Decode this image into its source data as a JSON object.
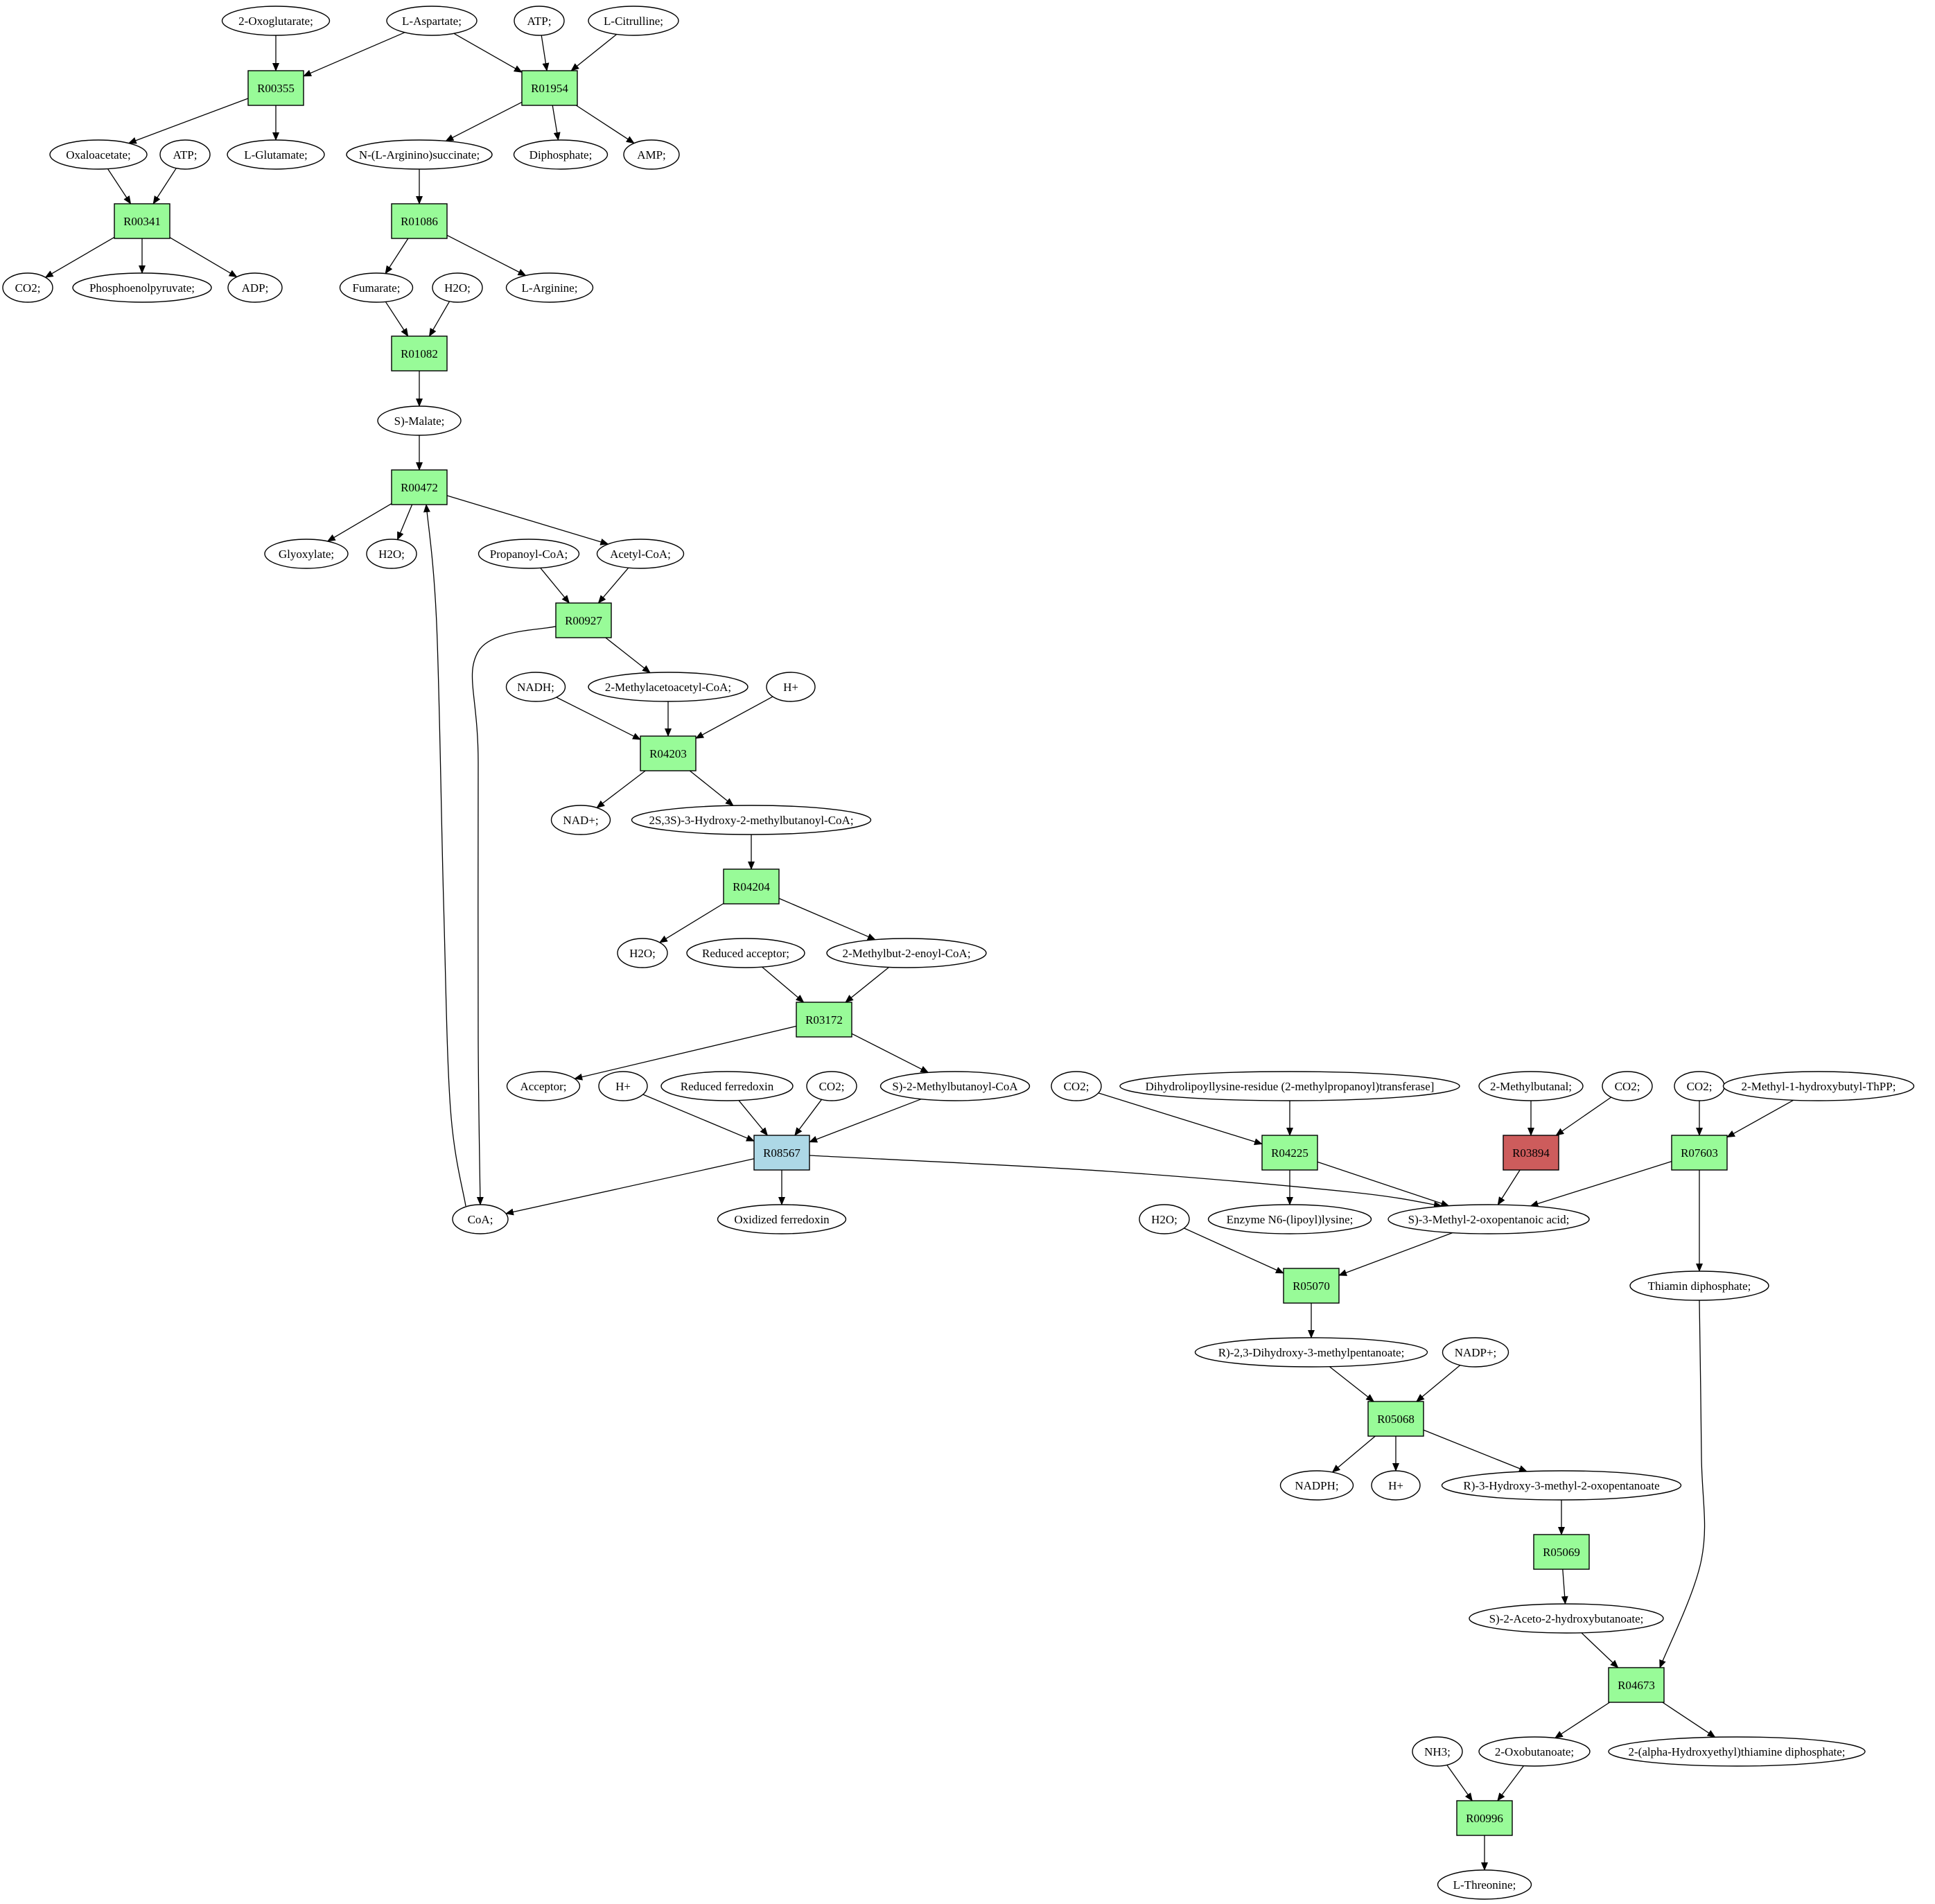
{
  "colors": {
    "reaction_default": "#98fb98",
    "reaction_highlight_blue": "#add8e6",
    "reaction_highlight_red": "#cd5c5c",
    "start_compound": "#00ff00",
    "end_compound": "#ffff00",
    "compound_default": "#ffffff"
  },
  "nodes": {
    "c_2oxoglutarate": {
      "label": "2-Oxoglutarate;",
      "kind": "compound"
    },
    "c_l_aspartate": {
      "label": "L-Aspartate;",
      "kind": "compound",
      "role": "start"
    },
    "c_atp_1": {
      "label": "ATP;",
      "kind": "compound"
    },
    "c_l_citrulline": {
      "label": "L-Citrulline;",
      "kind": "compound"
    },
    "r_R00355": {
      "label": "R00355",
      "kind": "reaction"
    },
    "r_R01954": {
      "label": "R01954",
      "kind": "reaction"
    },
    "c_oxaloacetate": {
      "label": "Oxaloacetate;",
      "kind": "compound"
    },
    "c_atp_2": {
      "label": "ATP;",
      "kind": "compound"
    },
    "c_l_glutamate": {
      "label": "L-Glutamate;",
      "kind": "compound"
    },
    "c_argininosuccinate": {
      "label": "N-(L-Arginino)succinate;",
      "kind": "compound"
    },
    "c_diphosphate": {
      "label": "Diphosphate;",
      "kind": "compound"
    },
    "c_amp": {
      "label": "AMP;",
      "kind": "compound"
    },
    "r_R00341": {
      "label": "R00341",
      "kind": "reaction"
    },
    "r_R01086": {
      "label": "R01086",
      "kind": "reaction"
    },
    "c_co2_1": {
      "label": "CO2;",
      "kind": "compound"
    },
    "c_pep": {
      "label": "Phosphoenolpyruvate;",
      "kind": "compound"
    },
    "c_adp": {
      "label": "ADP;",
      "kind": "compound"
    },
    "c_fumarate": {
      "label": "Fumarate;",
      "kind": "compound"
    },
    "c_h2o_1": {
      "label": "H2O;",
      "kind": "compound"
    },
    "c_l_arginine": {
      "label": "L-Arginine;",
      "kind": "compound"
    },
    "r_R01082": {
      "label": "R01082",
      "kind": "reaction"
    },
    "c_s_malate": {
      "label": "S)-Malate;",
      "kind": "compound"
    },
    "r_R00472": {
      "label": "R00472",
      "kind": "reaction"
    },
    "c_glyoxylate": {
      "label": "Glyoxylate;",
      "kind": "compound"
    },
    "c_h2o_2": {
      "label": "H2O;",
      "kind": "compound"
    },
    "c_propanoyl_coa": {
      "label": "Propanoyl-CoA;",
      "kind": "compound"
    },
    "c_acetyl_coa": {
      "label": "Acetyl-CoA;",
      "kind": "compound"
    },
    "r_R00927": {
      "label": "R00927",
      "kind": "reaction"
    },
    "c_nadh": {
      "label": "NADH;",
      "kind": "compound"
    },
    "c_2methylacetoacetyl_coa": {
      "label": "2-Methylacetoacetyl-CoA;",
      "kind": "compound"
    },
    "c_hplus_1": {
      "label": "H+",
      "kind": "compound"
    },
    "r_R04203": {
      "label": "R04203",
      "kind": "reaction"
    },
    "c_nadplus": {
      "label": "NAD+;",
      "kind": "compound"
    },
    "c_hydroxy_methylbutanoyl_coa": {
      "label": "2S,3S)-3-Hydroxy-2-methylbutanoyl-CoA;",
      "kind": "compound"
    },
    "r_R04204": {
      "label": "R04204",
      "kind": "reaction"
    },
    "c_h2o_3": {
      "label": "H2O;",
      "kind": "compound"
    },
    "c_reduced_acceptor": {
      "label": "Reduced acceptor;",
      "kind": "compound"
    },
    "c_methylbutenoyl_coa": {
      "label": "2-Methylbut-2-enoyl-CoA;",
      "kind": "compound"
    },
    "r_R03172": {
      "label": "R03172",
      "kind": "reaction"
    },
    "c_acceptor": {
      "label": "Acceptor;",
      "kind": "compound"
    },
    "c_hplus_2": {
      "label": "H+",
      "kind": "compound"
    },
    "c_reduced_ferredoxin": {
      "label": "Reduced ferredoxin",
      "kind": "compound"
    },
    "c_co2_2": {
      "label": "CO2;",
      "kind": "compound"
    },
    "c_methylbutanoyl_coa": {
      "label": "S)-2-Methylbutanoyl-CoA",
      "kind": "compound"
    },
    "c_co2_3": {
      "label": "CO2;",
      "kind": "compound"
    },
    "c_dihydrolipoyllysine": {
      "label": "Dihydrolipoyllysine-residue (2-methylpropanoyl)transferase]",
      "kind": "compound"
    },
    "c_2methylbutanal": {
      "label": "2-Methylbutanal;",
      "kind": "compound"
    },
    "c_co2_4": {
      "label": "CO2;",
      "kind": "compound"
    },
    "c_co2_5": {
      "label": "CO2;",
      "kind": "compound"
    },
    "c_methyl_hydroxybutyl_thpp": {
      "label": "2-Methyl-1-hydroxybutyl-ThPP;",
      "kind": "compound"
    },
    "r_R08567": {
      "label": "R08567",
      "kind": "reaction",
      "highlight": "blue"
    },
    "r_R04225": {
      "label": "R04225",
      "kind": "reaction"
    },
    "r_R03894": {
      "label": "R03894",
      "kind": "reaction",
      "highlight": "red"
    },
    "r_R07603": {
      "label": "R07603",
      "kind": "reaction"
    },
    "c_coa": {
      "label": "CoA;",
      "kind": "compound"
    },
    "c_oxidized_ferredoxin": {
      "label": "Oxidized ferredoxin",
      "kind": "compound"
    },
    "c_enzyme_lipoyllysine": {
      "label": "Enzyme N6-(lipoyl)lysine;",
      "kind": "compound"
    },
    "c_methyl_oxopentanoic": {
      "label": "S)-3-Methyl-2-oxopentanoic acid;",
      "kind": "compound"
    },
    "c_h2o_4": {
      "label": "H2O;",
      "kind": "compound"
    },
    "r_R05070": {
      "label": "R05070",
      "kind": "reaction"
    },
    "c_thiamin_diphosphate": {
      "label": "Thiamin diphosphate;",
      "kind": "compound"
    },
    "c_dihydroxy_methylpentanoate": {
      "label": "R)-2,3-Dihydroxy-3-methylpentanoate;",
      "kind": "compound"
    },
    "c_nadpplus": {
      "label": "NADP+;",
      "kind": "compound"
    },
    "r_R05068": {
      "label": "R05068",
      "kind": "reaction"
    },
    "c_nadph": {
      "label": "NADPH;",
      "kind": "compound"
    },
    "c_hplus_3": {
      "label": "H+",
      "kind": "compound"
    },
    "c_hydroxy_methyl_oxopentanoate": {
      "label": "R)-3-Hydroxy-3-methyl-2-oxopentanoate",
      "kind": "compound"
    },
    "r_R05069": {
      "label": "R05069",
      "kind": "reaction"
    },
    "c_aceto_hydroxybutanoate": {
      "label": "S)-2-Aceto-2-hydroxybutanoate;",
      "kind": "compound"
    },
    "r_R04673": {
      "label": "R04673",
      "kind": "reaction"
    },
    "c_nh3": {
      "label": "NH3;",
      "kind": "compound"
    },
    "c_2oxobutanoate": {
      "label": "2-Oxobutanoate;",
      "kind": "compound"
    },
    "c_hydroxyethyl_thiamine": {
      "label": "2-(alpha-Hydroxyethyl)thiamine diphosphate;",
      "kind": "compound"
    },
    "r_R00996": {
      "label": "R00996",
      "kind": "reaction"
    },
    "c_l_threonine": {
      "label": "L-Threonine;",
      "kind": "compound",
      "role": "end"
    }
  },
  "edges": [
    [
      "c_2oxoglutarate",
      "r_R00355"
    ],
    [
      "c_l_aspartate",
      "r_R00355"
    ],
    [
      "c_l_aspartate",
      "r_R01954"
    ],
    [
      "c_atp_1",
      "r_R01954"
    ],
    [
      "c_l_citrulline",
      "r_R01954"
    ],
    [
      "r_R00355",
      "c_oxaloacetate"
    ],
    [
      "r_R00355",
      "c_l_glutamate"
    ],
    [
      "r_R01954",
      "c_argininosuccinate"
    ],
    [
      "r_R01954",
      "c_diphosphate"
    ],
    [
      "r_R01954",
      "c_amp"
    ],
    [
      "c_oxaloacetate",
      "r_R00341"
    ],
    [
      "c_atp_2",
      "r_R00341"
    ],
    [
      "r_R00341",
      "c_co2_1"
    ],
    [
      "r_R00341",
      "c_pep"
    ],
    [
      "r_R00341",
      "c_adp"
    ],
    [
      "c_argininosuccinate",
      "r_R01086"
    ],
    [
      "r_R01086",
      "c_fumarate"
    ],
    [
      "r_R01086",
      "c_l_arginine"
    ],
    [
      "c_fumarate",
      "r_R01082"
    ],
    [
      "c_h2o_1",
      "r_R01082"
    ],
    [
      "r_R01082",
      "c_s_malate"
    ],
    [
      "c_s_malate",
      "r_R00472"
    ],
    [
      "r_R00472",
      "c_glyoxylate"
    ],
    [
      "r_R00472",
      "c_h2o_2"
    ],
    [
      "r_R00472",
      "c_acetyl_coa"
    ],
    [
      "c_propanoyl_coa",
      "r_R00927"
    ],
    [
      "c_acetyl_coa",
      "r_R00927"
    ],
    [
      "r_R00927",
      "c_2methylacetoacetyl_coa"
    ],
    [
      "r_R00927",
      "c_coa"
    ],
    [
      "c_nadh",
      "r_R04203"
    ],
    [
      "c_2methylacetoacetyl_coa",
      "r_R04203"
    ],
    [
      "c_hplus_1",
      "r_R04203"
    ],
    [
      "r_R04203",
      "c_nadplus"
    ],
    [
      "r_R04203",
      "c_hydroxy_methylbutanoyl_coa"
    ],
    [
      "c_hydroxy_methylbutanoyl_coa",
      "r_R04204"
    ],
    [
      "r_R04204",
      "c_h2o_3"
    ],
    [
      "r_R04204",
      "c_methylbutenoyl_coa"
    ],
    [
      "c_reduced_acceptor",
      "r_R03172"
    ],
    [
      "c_methylbutenoyl_coa",
      "r_R03172"
    ],
    [
      "r_R03172",
      "c_acceptor"
    ],
    [
      "r_R03172",
      "c_methylbutanoyl_coa"
    ],
    [
      "c_hplus_2",
      "r_R08567"
    ],
    [
      "c_reduced_ferredoxin",
      "r_R08567"
    ],
    [
      "c_co2_2",
      "r_R08567"
    ],
    [
      "c_methylbutanoyl_coa",
      "r_R08567"
    ],
    [
      "r_R08567",
      "c_coa"
    ],
    [
      "r_R08567",
      "c_oxidized_ferredoxin"
    ],
    [
      "r_R08567",
      "c_methyl_oxopentanoic"
    ],
    [
      "c_coa",
      "r_R00472"
    ],
    [
      "c_co2_3",
      "r_R04225"
    ],
    [
      "c_dihydrolipoyllysine",
      "r_R04225"
    ],
    [
      "r_R04225",
      "c_enzyme_lipoyllysine"
    ],
    [
      "r_R04225",
      "c_methyl_oxopentanoic"
    ],
    [
      "c_2methylbutanal",
      "r_R03894"
    ],
    [
      "c_co2_4",
      "r_R03894"
    ],
    [
      "r_R03894",
      "c_methyl_oxopentanoic"
    ],
    [
      "c_co2_5",
      "r_R07603"
    ],
    [
      "c_methyl_hydroxybutyl_thpp",
      "r_R07603"
    ],
    [
      "r_R07603",
      "c_methyl_oxopentanoic"
    ],
    [
      "r_R07603",
      "c_thiamin_diphosphate"
    ],
    [
      "c_h2o_4",
      "r_R05070"
    ],
    [
      "c_methyl_oxopentanoic",
      "r_R05070"
    ],
    [
      "r_R05070",
      "c_dihydroxy_methylpentanoate"
    ],
    [
      "c_dihydroxy_methylpentanoate",
      "r_R05068"
    ],
    [
      "c_nadpplus",
      "r_R05068"
    ],
    [
      "r_R05068",
      "c_nadph"
    ],
    [
      "r_R05068",
      "c_hplus_3"
    ],
    [
      "r_R05068",
      "c_hydroxy_methyl_oxopentanoate"
    ],
    [
      "c_hydroxy_methyl_oxopentanoate",
      "r_R05069"
    ],
    [
      "r_R05069",
      "c_aceto_hydroxybutanoate"
    ],
    [
      "c_aceto_hydroxybutanoate",
      "r_R04673"
    ],
    [
      "c_thiamin_diphosphate",
      "r_R04673"
    ],
    [
      "r_R04673",
      "c_2oxobutanoate"
    ],
    [
      "r_R04673",
      "c_hydroxyethyl_thiamine"
    ],
    [
      "c_nh3",
      "r_R00996"
    ],
    [
      "c_2oxobutanoate",
      "r_R00996"
    ],
    [
      "r_R00996",
      "c_l_threonine"
    ]
  ]
}
